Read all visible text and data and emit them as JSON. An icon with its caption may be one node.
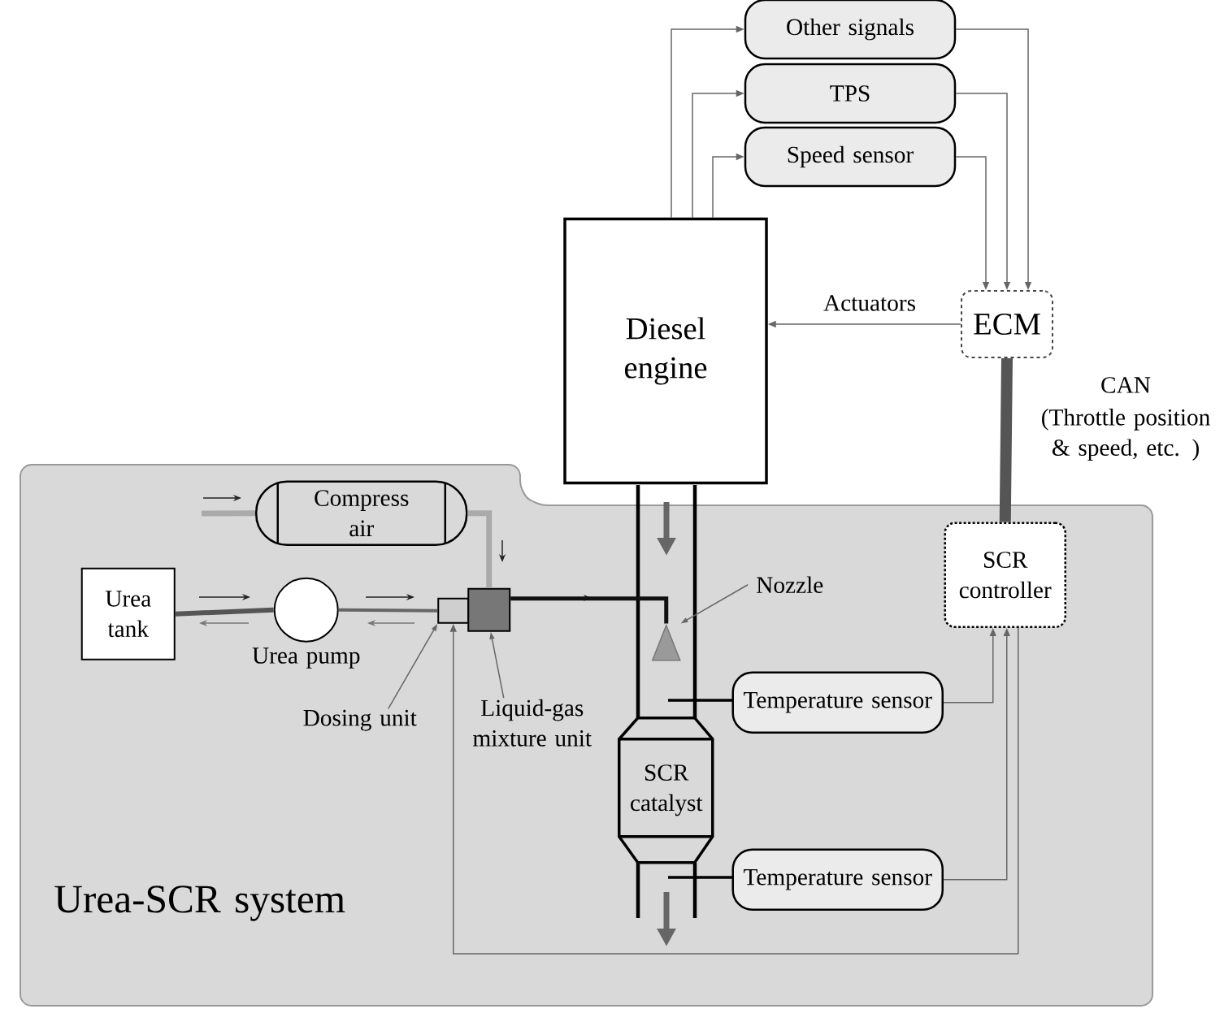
{
  "diagram": {
    "nodes": [
      {
        "text": [
          "Urea-SCR system"
        ]
      },
      {
        "text": [
          "Other signals"
        ]
      },
      {
        "text": [
          "TPS"
        ]
      },
      {
        "text": [
          "Speed sensor"
        ]
      },
      {
        "text": [
          "Diesel engine"
        ]
      },
      {
        "text": [
          "ECM"
        ]
      },
      {
        "text": [
          "SCR controller"
        ],
        "in": 0
      },
      {
        "text": [
          "Compress air"
        ],
        "in": 0
      },
      {
        "text": [
          "Urea tank"
        ],
        "in": 0
      },
      {
        "text": [],
        "shape": "circle",
        "beside": [
          "Urea pump"
        ],
        "in": 0
      },
      {
        "text": [],
        "shape": "box",
        "in": 0
      },
      {
        "text": [],
        "shape": "box",
        "in": 0
      },
      {
        "text": [],
        "shape": "triangle",
        "in": 0
      },
      {
        "text": [
          "SCR catalyst"
        ],
        "in": 0
      },
      {
        "text": [
          "Temperature sensor"
        ],
        "in": 0
      },
      {
        "text": [
          "Temperature sensor"
        ],
        "in": 0
      },
      {
        "text": [
          "Dosing unit"
        ],
        "in": 0
      },
      {
        "text": [
          "Liquid-gas mixture unit"
        ],
        "in": 0
      },
      {
        "text": [
          "Nozzle"
        ],
        "in": 0
      }
    ],
    "edges": [
      {
        "from": 4,
        "to": 1,
        "arrow": "to"
      },
      {
        "from": 4,
        "to": 2,
        "arrow": "to"
      },
      {
        "from": 4,
        "to": 3,
        "arrow": "to"
      },
      {
        "from": 1,
        "to": 5,
        "arrow": "to"
      },
      {
        "from": 2,
        "to": 5,
        "arrow": "to"
      },
      {
        "from": 3,
        "to": 5,
        "arrow": "to"
      },
      {
        "from": 5,
        "to": 4,
        "arrow": "to",
        "label": "Actuators"
      },
      {
        "from": 5,
        "to": 6,
        "arrow": "none",
        "label": "CAN",
        "style": "thick",
        "color": "#555555"
      },
      {
        "from": 14,
        "to": 6,
        "arrow": "to"
      },
      {
        "from": 15,
        "to": 6,
        "arrow": "to"
      },
      {
        "from": 6,
        "to": 10,
        "arrow": "to"
      },
      {
        "from": 8,
        "to": 9,
        "arrow": "none",
        "style": "thick",
        "color": "#555555"
      },
      {
        "from": 9,
        "to": 10,
        "arrow": "none",
        "style": "thick",
        "color": "#666666"
      },
      {
        "from": null,
        "to": 7,
        "arrow": "none",
        "style": "thick",
        "color": "#aaaaaa"
      },
      {
        "from": 7,
        "to": 11,
        "arrow": "none",
        "style": "thick",
        "color": "#aaaaaa"
      },
      {
        "from": 11,
        "to": 12,
        "arrow": "none",
        "style": "thick",
        "color": "#111111"
      },
      {
        "from": 16,
        "to": 10,
        "arrow": "to"
      },
      {
        "from": 17,
        "to": 11,
        "arrow": "to"
      },
      {
        "from": 18,
        "to": 12,
        "arrow": "to"
      }
    ],
    "labels": [
      "(Throttle position & speed, etc. )"
    ]
  }
}
